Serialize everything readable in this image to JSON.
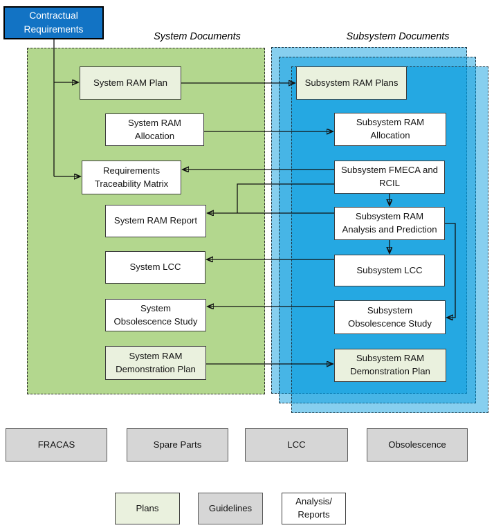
{
  "regions": {
    "system": {
      "label": "System Documents"
    },
    "subsystem": {
      "label": "Subsystem Documents"
    }
  },
  "nodes": {
    "contractual_requirements": {
      "label": "Contractual\nRequirements",
      "type": "contract"
    },
    "system_ram_plan": {
      "label": "System RAM Plan",
      "type": "plan"
    },
    "system_ram_allocation": {
      "label": "System RAM\nAllocation",
      "type": "analysis_report"
    },
    "requirements_traceability_matrix": {
      "label": "Requirements\nTraceability Matrix",
      "type": "analysis_report"
    },
    "system_ram_report": {
      "label": "System RAM Report",
      "type": "analysis_report"
    },
    "system_lcc": {
      "label": "System LCC",
      "type": "analysis_report"
    },
    "system_obsolescence_study": {
      "label": "System\nObsolescence Study",
      "type": "analysis_report"
    },
    "system_ram_demonstration_plan": {
      "label": "System RAM\nDemonstration Plan",
      "type": "plan"
    },
    "subsystem_ram_plans": {
      "label": "Subsystem RAM Plans",
      "type": "plan"
    },
    "subsystem_ram_allocation": {
      "label": "Subsystem RAM\nAllocation",
      "type": "analysis_report"
    },
    "subsystem_fmeca_rcil": {
      "label": "Subsystem FMECA and\nRCIL",
      "type": "analysis_report"
    },
    "subsystem_ram_analysis_prediction": {
      "label": "Subsystem RAM\nAnalysis and Prediction",
      "type": "analysis_report"
    },
    "subsystem_lcc": {
      "label": "Subsystem LCC",
      "type": "analysis_report"
    },
    "subsystem_obsolescence_study": {
      "label": "Subsystem\nObsolescence Study",
      "type": "analysis_report"
    },
    "subsystem_ram_demonstration_plan": {
      "label": "Subsystem RAM\nDemonstration Plan",
      "type": "plan"
    }
  },
  "guideline_boxes": {
    "fracas": "FRACAS",
    "spare_parts": "Spare Parts",
    "lcc": "LCC",
    "obsolescence": "Obsolescence"
  },
  "legend": {
    "plans": "Plans",
    "guidelines": "Guidelines",
    "analysis_reports": "Analysis/\nReports"
  },
  "edges": [
    {
      "from": "contractual_requirements",
      "to": "system_ram_plan"
    },
    {
      "from": "contractual_requirements",
      "to": "requirements_traceability_matrix"
    },
    {
      "from": "system_ram_plan",
      "to": "subsystem_ram_plans"
    },
    {
      "from": "system_ram_allocation",
      "to": "subsystem_ram_allocation"
    },
    {
      "from": "subsystem_fmeca_rcil",
      "to": "requirements_traceability_matrix"
    },
    {
      "from": "subsystem_fmeca_rcil",
      "to": "system_ram_report"
    },
    {
      "from": "subsystem_fmeca_rcil",
      "to": "subsystem_ram_analysis_prediction"
    },
    {
      "from": "subsystem_ram_analysis_prediction",
      "to": "system_ram_report"
    },
    {
      "from": "subsystem_ram_analysis_prediction",
      "to": "subsystem_lcc"
    },
    {
      "from": "subsystem_ram_analysis_prediction",
      "to": "subsystem_obsolescence_study"
    },
    {
      "from": "subsystem_lcc",
      "to": "system_lcc"
    },
    {
      "from": "subsystem_obsolescence_study",
      "to": "system_obsolescence_study"
    },
    {
      "from": "system_ram_demonstration_plan",
      "to": "subsystem_ram_demonstration_plan"
    }
  ],
  "colors": {
    "contract_fill": "#1273c4",
    "contract_text": "#ffffff",
    "plan_fill": "#eaf1de",
    "analysis_report_fill": "#ffffff",
    "guideline_fill": "#d6d6d6",
    "system_region_fill": "#b3d78e",
    "subsystem_layer_fill": "rgba(0,153,221,0.47)",
    "connector": "#111111"
  }
}
